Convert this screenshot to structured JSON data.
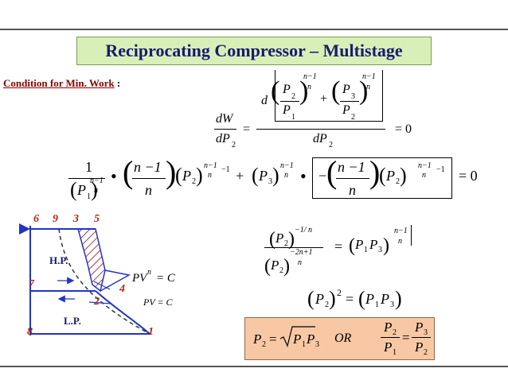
{
  "slide": {
    "title": "Reciprocating Compressor – Multistage",
    "condition_label": "Condition for Min. Work",
    "condition_colon": ":"
  },
  "equation1": {
    "lhs_num": "dW",
    "lhs_den": "dP",
    "lhs_den_sub": "2",
    "equals": "=",
    "d": "d",
    "P": "P",
    "sub1": "1",
    "sub2": "2",
    "sub3": "3",
    "exp": "n−1",
    "exp_den": "n",
    "plus": "+",
    "den": "dP",
    "den_sub": "2",
    "zero": "= 0"
  },
  "equation2": {
    "one": "1",
    "bullet": "•",
    "n_minus_1": "n −1",
    "n": "n",
    "exp_top": "n−1",
    "exp_bot": "n",
    "minus_one": "−1",
    "minus": "−",
    "plus": "+",
    "zero": "= 0"
  },
  "equation3": {
    "num_exp": "−1/ n",
    "den_exp_num": "−2n+1",
    "den_exp_den": "n",
    "rhs_exp_num": "n−1",
    "rhs_exp_den": "n"
  },
  "equation4": {
    "power": "2",
    "equals": "="
  },
  "result": {
    "lhs": "P",
    "lhs_sub": "2",
    "eq": "=",
    "or": "OR"
  },
  "diagram": {
    "points": [
      "6",
      "9",
      "3",
      "5",
      "7",
      "2",
      "4",
      "8",
      "1"
    ],
    "hp_label": "H.P.",
    "lp_label": "L.P.",
    "pvn_label": "PV",
    "pvn_exp": "n",
    "pvn_rhs": "= C",
    "pv_label": "PV = C"
  }
}
